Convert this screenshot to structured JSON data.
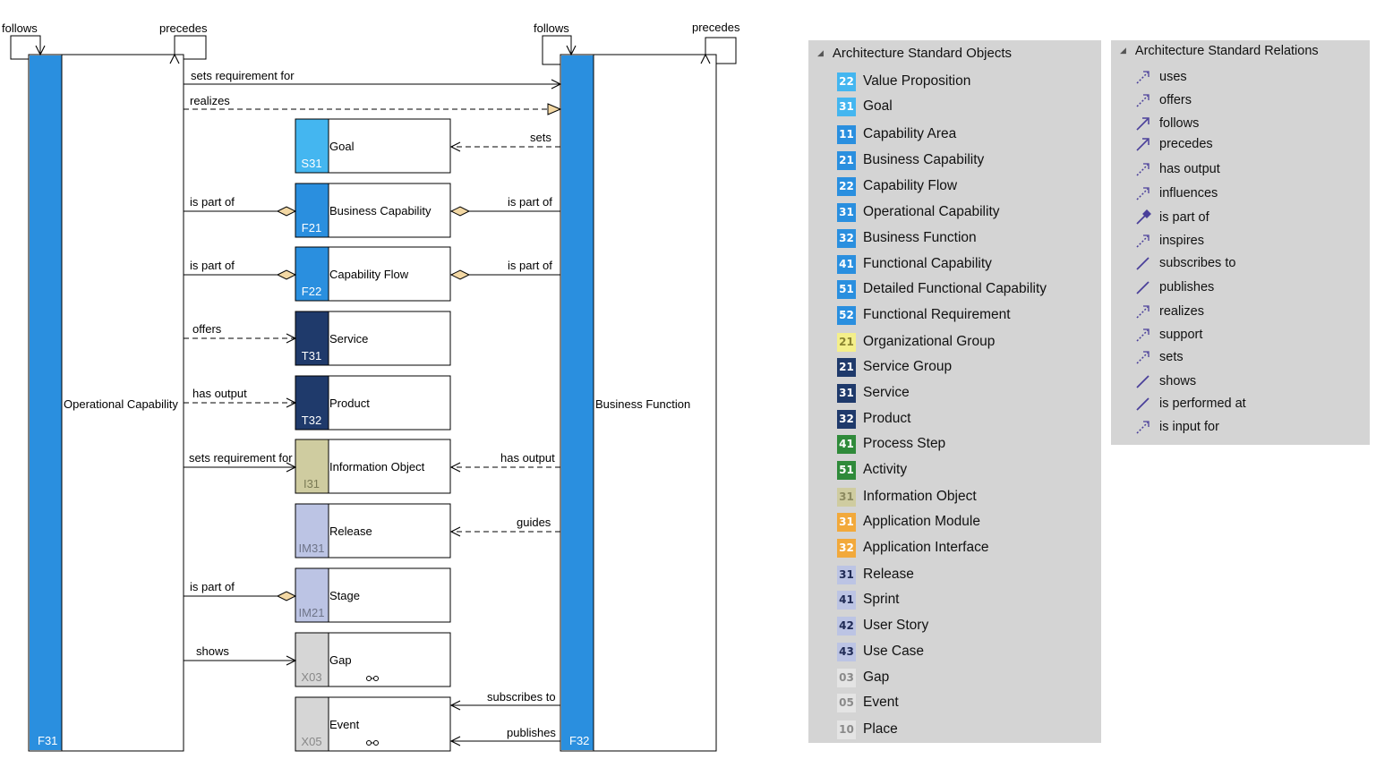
{
  "diagram": {
    "left_element": {
      "name": "Operational Capability",
      "code": "F31",
      "self_labels": [
        "follows",
        "precedes"
      ]
    },
    "right_element": {
      "name": "Business Function",
      "code": "F32",
      "self_labels": [
        "follows",
        "precedes"
      ]
    },
    "top_relations": [
      {
        "label": "sets requirement for",
        "style": "solid"
      },
      {
        "label": "realizes",
        "style": "dashed-triangle"
      }
    ],
    "boxes": [
      {
        "name": "Goal",
        "code": "S31",
        "color": "#44b6f0",
        "code_color": "#ffffff",
        "left_rel": "",
        "left_style": "",
        "right_rel": "sets",
        "right_style": "dashed-arrow"
      },
      {
        "name": "Business Capability",
        "code": "F21",
        "color": "#2a8fdf",
        "code_color": "#ffffff",
        "left_rel": "is part of",
        "left_style": "diamond",
        "right_rel": "is part of",
        "right_style": "diamond"
      },
      {
        "name": "Capability Flow",
        "code": "F22",
        "color": "#2a8fdf",
        "code_color": "#ffffff",
        "left_rel": "is part of",
        "left_style": "diamond",
        "right_rel": "is part of",
        "right_style": "diamond"
      },
      {
        "name": "Service",
        "code": "T31",
        "color": "#1f3a6b",
        "code_color": "#ffffff",
        "left_rel": "offers",
        "left_style": "dashed-arrow",
        "right_rel": "",
        "right_style": ""
      },
      {
        "name": "Product",
        "code": "T32",
        "color": "#1f3a6b",
        "code_color": "#ffffff",
        "left_rel": "has output",
        "left_style": "dashed-arrow",
        "right_rel": "",
        "right_style": ""
      },
      {
        "name": "Information Object",
        "code": "I31",
        "color": "#cfcca0",
        "code_color": "#7a7a55",
        "left_rel": "sets requirement for",
        "left_style": "solid-arrow",
        "right_rel": "has output",
        "right_style": "dashed-arrow"
      },
      {
        "name": "Release",
        "code": "IM31",
        "color": "#bcc4e4",
        "code_color": "#6e7488",
        "left_rel": "",
        "left_style": "",
        "right_rel": "guides",
        "right_style": "dashed-arrow"
      },
      {
        "name": "Stage",
        "code": "IM21",
        "color": "#bcc4e4",
        "code_color": "#6e7488",
        "left_rel": "is part of",
        "left_style": "diamond",
        "right_rel": "",
        "right_style": ""
      },
      {
        "name": "Gap",
        "code": "X03",
        "color": "#d6d6d6",
        "code_color": "#888888",
        "left_rel": "shows",
        "left_style": "solid-arrow",
        "right_rel": "",
        "right_style": ""
      },
      {
        "name": "Event",
        "code": "X05",
        "color": "#d6d6d6",
        "code_color": "#888888",
        "left_rel": "",
        "left_style": "",
        "right_rel": "",
        "right_style": ""
      }
    ],
    "bottom_right_relations": [
      "subscribes to",
      "publishes"
    ]
  },
  "objects_panel": {
    "title": "Architecture Standard Objects",
    "items": [
      {
        "num": "22",
        "label": "Value Proposition",
        "bg": "#44b6f0",
        "fg": "#ffffff"
      },
      {
        "num": "31",
        "label": "Goal",
        "bg": "#44b6f0",
        "fg": "#ffffff"
      },
      {
        "num": "11",
        "label": "Capability Area",
        "bg": "#2a8fdf",
        "fg": "#ffffff"
      },
      {
        "num": "21",
        "label": "Business Capability",
        "bg": "#2a8fdf",
        "fg": "#ffffff"
      },
      {
        "num": "22",
        "label": "Capability Flow",
        "bg": "#2a8fdf",
        "fg": "#ffffff"
      },
      {
        "num": "31",
        "label": "Operational Capability",
        "bg": "#2a8fdf",
        "fg": "#ffffff"
      },
      {
        "num": "32",
        "label": "Business Function",
        "bg": "#2a8fdf",
        "fg": "#ffffff"
      },
      {
        "num": "41",
        "label": "Functional Capability",
        "bg": "#2a8fdf",
        "fg": "#ffffff"
      },
      {
        "num": "51",
        "label": "Detailed Functional Capability",
        "bg": "#2a8fdf",
        "fg": "#ffffff"
      },
      {
        "num": "52",
        "label": "Functional Requirement",
        "bg": "#2a8fdf",
        "fg": "#ffffff"
      },
      {
        "num": "21",
        "label": "Organizational Group",
        "bg": "#f4ef8a",
        "fg": "#8a8430"
      },
      {
        "num": "21",
        "label": "Service Group",
        "bg": "#1f3a6b",
        "fg": "#ffffff"
      },
      {
        "num": "31",
        "label": "Service",
        "bg": "#1f3a6b",
        "fg": "#ffffff"
      },
      {
        "num": "32",
        "label": "Product",
        "bg": "#1f3a6b",
        "fg": "#ffffff"
      },
      {
        "num": "41",
        "label": "Process Step",
        "bg": "#2f8a3a",
        "fg": "#ffffff"
      },
      {
        "num": "51",
        "label": "Activity",
        "bg": "#2f8a3a",
        "fg": "#ffffff"
      },
      {
        "num": "31",
        "label": "Information Object",
        "bg": "#cfcca0",
        "fg": "#8c8a60"
      },
      {
        "num": "31",
        "label": "Application Module",
        "bg": "#f2a93b",
        "fg": "#ffffff"
      },
      {
        "num": "32",
        "label": "Application Interface",
        "bg": "#f2a93b",
        "fg": "#ffffff"
      },
      {
        "num": "31",
        "label": "Release",
        "bg": "#bcc4e4",
        "fg": "#1f2a55"
      },
      {
        "num": "41",
        "label": "Sprint",
        "bg": "#bcc4e4",
        "fg": "#1f2a55"
      },
      {
        "num": "42",
        "label": "User Story",
        "bg": "#bcc4e4",
        "fg": "#1f2a55"
      },
      {
        "num": "43",
        "label": "Use Case",
        "bg": "#bcc4e4",
        "fg": "#1f2a55"
      },
      {
        "num": "03",
        "label": "Gap",
        "bg": "#e4e4e4",
        "fg": "#8a8a8a"
      },
      {
        "num": "05",
        "label": "Event",
        "bg": "#e4e4e4",
        "fg": "#8a8a8a"
      },
      {
        "num": "10",
        "label": "Place",
        "bg": "#e4e4e4",
        "fg": "#8a8a8a"
      }
    ]
  },
  "relations_panel": {
    "title": "Architecture Standard Relations",
    "items": [
      {
        "label": "uses",
        "icon": "dashed-arrow-icon"
      },
      {
        "label": "offers",
        "icon": "dashed-arrow-icon"
      },
      {
        "label": "follows",
        "icon": "solid-arrow-icon"
      },
      {
        "label": "precedes",
        "icon": "solid-arrow-icon"
      },
      {
        "label": "has output",
        "icon": "dashed-arrow-icon"
      },
      {
        "label": "influences",
        "icon": "dashed-arrow-icon"
      },
      {
        "label": "is part of",
        "icon": "aggregation-icon"
      },
      {
        "label": "inspires",
        "icon": "dashed-arrow-icon"
      },
      {
        "label": "subscribes to",
        "icon": "solid-line-icon"
      },
      {
        "label": "publishes",
        "icon": "solid-line-icon"
      },
      {
        "label": "realizes",
        "icon": "dashed-arrow-icon"
      },
      {
        "label": "support",
        "icon": "dashed-arrow-icon"
      },
      {
        "label": "sets",
        "icon": "dashed-arrow-icon"
      },
      {
        "label": "shows",
        "icon": "solid-line-icon"
      },
      {
        "label": "is performed at",
        "icon": "solid-line-icon"
      },
      {
        "label": "is input for",
        "icon": "dashed-arrow-icon"
      }
    ]
  },
  "colors": {
    "blue_bar": "#2a8fdf",
    "diamond_fill": "#f3d8a4",
    "panel_bg": "#d4d4d4",
    "relation_icon": "#4a3f9a"
  }
}
